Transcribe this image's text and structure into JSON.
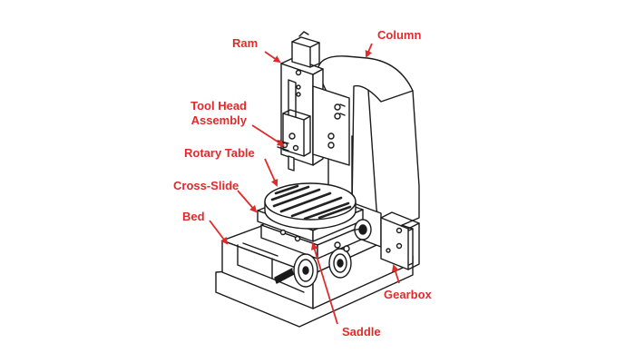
{
  "colors": {
    "label": "#e02b2b",
    "arrow": "#e02b2b",
    "line_art": "#1a1a1a",
    "fill": "#ffffff",
    "table_stripes": "#222222"
  },
  "labels": {
    "ram": "Ram",
    "column": "Column",
    "tool_head_line1": "Tool Head",
    "tool_head_line2": "Assembly",
    "rotary_table": "Rotary Table",
    "cross_slide": "Cross-Slide",
    "bed": "Bed",
    "gearbox": "Gearbox",
    "saddle": "Saddle"
  }
}
